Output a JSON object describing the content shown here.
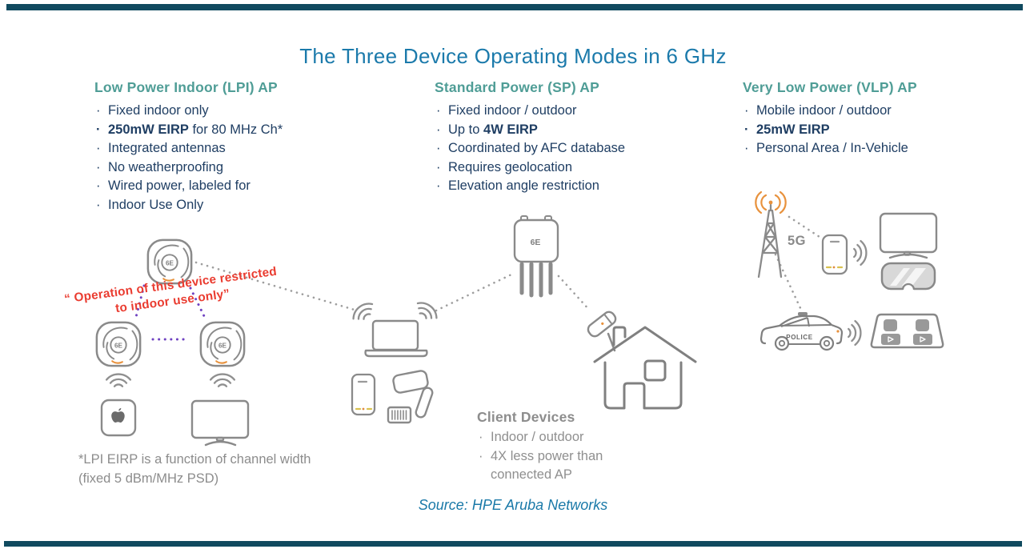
{
  "title": "The Three Device Operating Modes in 6 GHz",
  "source": "Source: HPE Aruba Networks",
  "ui": {
    "bullet_char": "·"
  },
  "columns": [
    {
      "heading": "Low Power Indoor (LPI) AP",
      "bullets": [
        [
          {
            "t": "Fixed indoor only"
          }
        ],
        [
          {
            "b": "250mW EIRP"
          },
          {
            "t": " for 80 MHz Ch*"
          }
        ],
        [
          {
            "t": "Integrated antennas"
          }
        ],
        [
          {
            "t": "No weatherproofing"
          }
        ],
        [
          {
            "t": "Wired power, labeled for"
          }
        ],
        [
          {
            "t": "Indoor Use Only"
          }
        ]
      ]
    },
    {
      "heading": "Standard Power (SP) AP",
      "bullets": [
        [
          {
            "t": "Fixed indoor / outdoor"
          }
        ],
        [
          {
            "t": "Up to "
          },
          {
            "b": "4W EIRP"
          }
        ],
        [
          {
            "t": "Coordinated by AFC database"
          }
        ],
        [
          {
            "t": "Requires geolocation"
          }
        ],
        [
          {
            "t": "Elevation angle restriction"
          }
        ]
      ]
    },
    {
      "heading": "Very Low Power (VLP) AP",
      "bullets": [
        [
          {
            "t": "Mobile indoor / outdoor"
          }
        ],
        [
          {
            "b": "25mW EIRP"
          }
        ],
        [
          {
            "t": "Personal Area / In-Vehicle"
          }
        ]
      ]
    }
  ],
  "client_devices": {
    "heading": "Client Devices",
    "bullets": [
      [
        {
          "t": "Indoor / outdoor"
        }
      ],
      [
        {
          "t": "4X less power than connected AP"
        }
      ]
    ]
  },
  "warning": "“ Operation of this device restricted\nto indoor use only”",
  "footnote": {
    "line1": "*LPI EIRP is a function of channel width",
    "line2": "(fixed 5 dBm/MHz PSD)"
  },
  "labels": {
    "ap_model": "6E",
    "tower": "5G",
    "car": "POLICE"
  },
  "colors": {
    "bar_teal": "#104A5F",
    "title_blue": "#1B7AAB",
    "heading_teal": "#4F9D96",
    "body_navy": "#1F3E63",
    "warning_red": "#EA3C30",
    "link_purple": "#6F42C1",
    "icon_gray": "#8A8A8A",
    "muted_gray": "#8D8D8D",
    "accent_orange": "#E8923D"
  }
}
